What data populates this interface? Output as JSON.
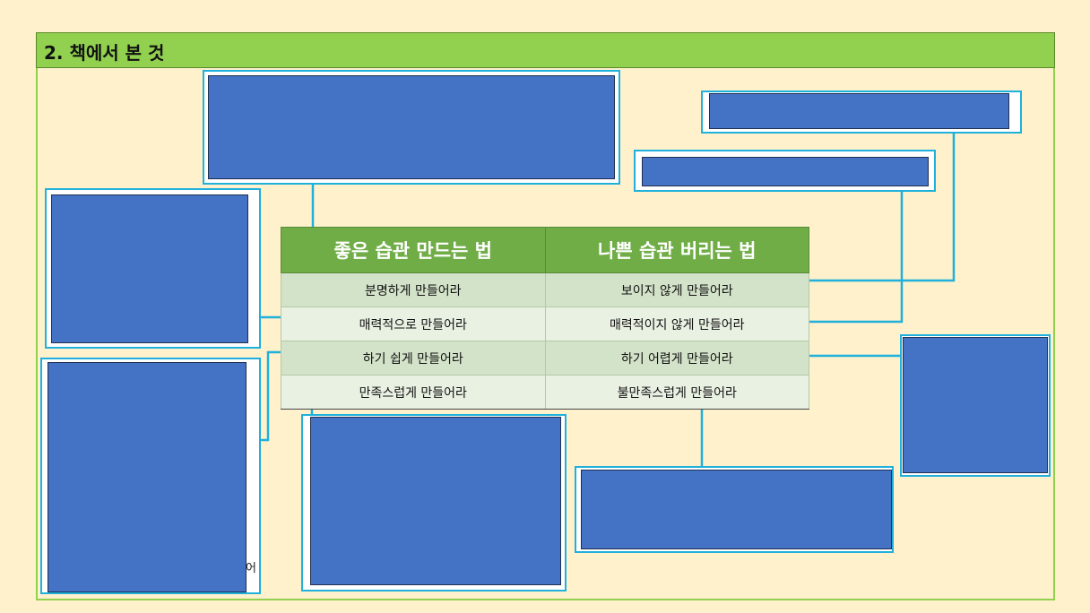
{
  "section": {
    "title": "2. 책에서 본 것"
  },
  "habits_table": {
    "columns": [
      "좋은 습관 만드는 법",
      "나쁜 습관 버리는 법"
    ],
    "rows": [
      {
        "good": "분명하게 만들어라",
        "bad": "보이지 않게 만들어라"
      },
      {
        "good": "매력적으로 만들어라",
        "bad": "매력적이지 않게 만들어라"
      },
      {
        "good": "하기 쉽게 만들어라",
        "bad": "하기 어렵게 만들어라"
      },
      {
        "good": "만족스럽게 만들어라",
        "bad": "불만족스럽게 만들어라"
      }
    ]
  },
  "stub_text": "어",
  "colors": {
    "background": "#fff1cc",
    "header": "#92d050",
    "table_header": "#70ad47",
    "connector": "#1fb0dc",
    "card_fill": "#4472c4"
  }
}
